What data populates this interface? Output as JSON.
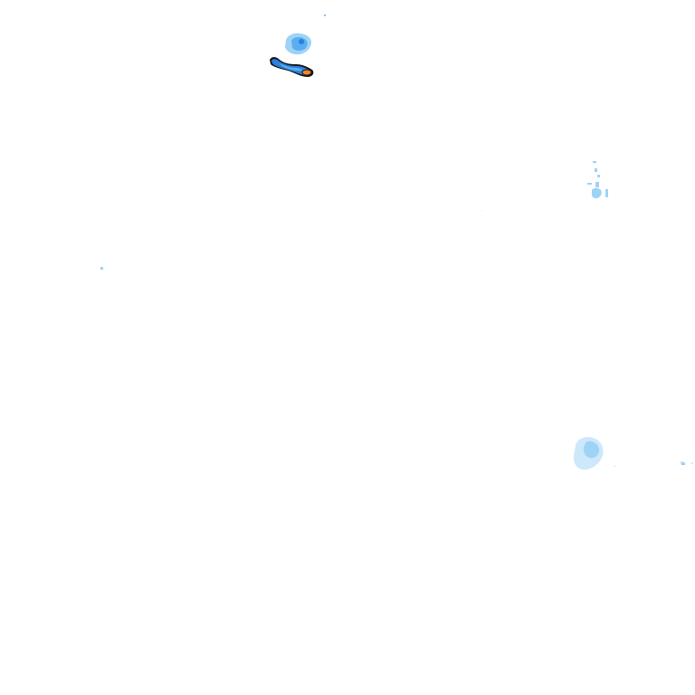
{
  "colors": {
    "background": "#ffffff",
    "very_light": "#cde8fb",
    "light": "#9fd3f6",
    "medium": "#5aaef0",
    "strong": "#2a7fe0",
    "outline": "#1a1a1a",
    "heavy": "#f0862a"
  },
  "echoes": [
    {
      "id": "north-cell-upper",
      "intensity": "medium"
    },
    {
      "id": "north-cell-band",
      "intensity": "heavy"
    },
    {
      "id": "east-scatter",
      "intensity": "light"
    },
    {
      "id": "southeast-cell",
      "intensity": "very_light"
    },
    {
      "id": "west-speck",
      "intensity": "light"
    },
    {
      "id": "far-east-speck",
      "intensity": "light"
    }
  ]
}
